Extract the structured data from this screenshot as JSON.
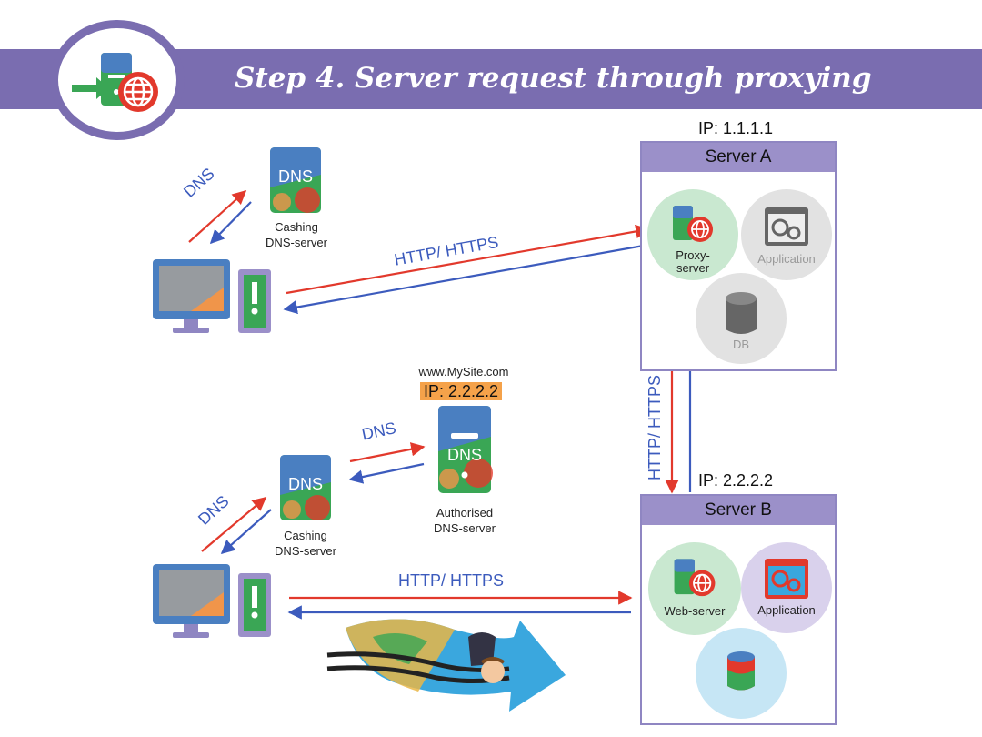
{
  "header": {
    "title": "Step 4. Server request through proxying"
  },
  "server_a": {
    "ip": "IP: 1.1.1.1",
    "title": "Server A",
    "proxy": "Proxy-\nserver",
    "application": "Application",
    "db": "DB"
  },
  "server_b": {
    "ip": "IP: 2.2.2.2",
    "title": "Server B",
    "web": "Web-server",
    "application": "Application"
  },
  "top": {
    "dns_arrow_label": "DNS",
    "cache_icon_text": "DNS",
    "cache_label": "Cashing\nDNS-server",
    "http_label": "HTTP/ HTTPS"
  },
  "middle": {
    "domain": "www.MySite.com",
    "ip": "IP: 2.2.2.2",
    "auth_icon_text": "DNS",
    "auth_label": "Authorised\nDNS-server",
    "dns_arrow_label": "DNS",
    "vertical_http_label": "HTTP/ HTTPS"
  },
  "bottom": {
    "dns_arrow_label": "DNS",
    "cache_icon_text": "DNS",
    "cache_label": "Cashing\nDNS-server",
    "http_label": "HTTP/ HTTPS"
  },
  "colors": {
    "purple": "#7a6db0",
    "red": "#e2392c",
    "blue": "#3c5bbd",
    "highlight": "#f5a24a"
  }
}
